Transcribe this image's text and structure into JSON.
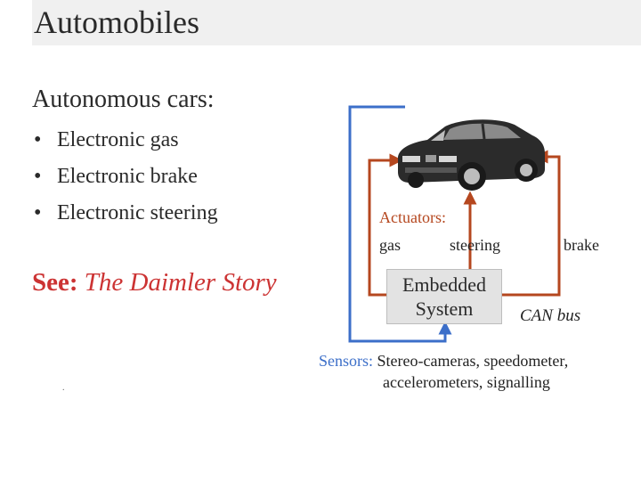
{
  "slide": {
    "title": "Automobiles",
    "heading": "Autonomous cars:",
    "bullets": [
      "Electronic gas",
      "Electronic brake",
      "Electronic steering"
    ],
    "see_label": "See:",
    "see_link": "The Daimler Story",
    "stray_mark": "."
  },
  "diagram": {
    "actuators_label": "Actuators:",
    "actuator_gas": "gas",
    "actuator_steering": "steering",
    "actuator_brake": "brake",
    "embedded_line1": "Embedded",
    "embedded_line2": "System",
    "can_bus": "CAN bus",
    "sensors_label": "Sensors:",
    "sensors_line1": "Stereo-cameras, speedometer,",
    "sensors_line2": "accelerometers, signalling"
  },
  "colors": {
    "actuator_arrow": "#b5471f",
    "sensor_arrow": "#3c6fc9",
    "see_text": "#cc3333"
  }
}
